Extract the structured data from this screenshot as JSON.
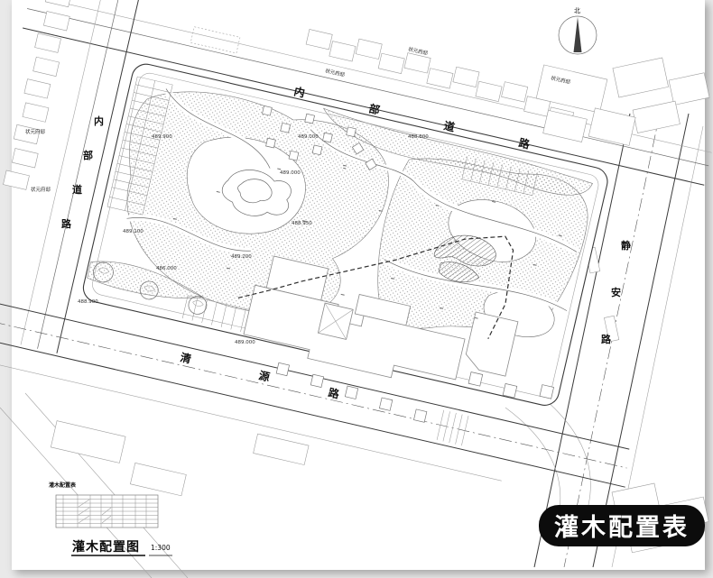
{
  "drawing": {
    "badge_label": "灌木配置表",
    "title": "灌木配置图",
    "scale": "1:300",
    "table_title": "灌木配置表",
    "north_label": "北"
  },
  "roads": {
    "internal_top": [
      "内",
      "部",
      "道",
      "路"
    ],
    "internal_left": [
      "内",
      "部",
      "道",
      "路"
    ],
    "jingan": [
      "静",
      "安",
      "路"
    ],
    "qingyuan": [
      "清",
      "源",
      "路"
    ]
  },
  "estate_label": "状元府邸",
  "elevations": [
    "489.900",
    "489.000",
    "488.600",
    "489.000",
    "488.950",
    "489.100",
    "489.200",
    "486.000",
    "488.900",
    "489.000"
  ],
  "colors": {
    "paper": "#ffffff",
    "background": "#e9e9e9",
    "ink": "#3a3a3a",
    "badge_bg": "#0c0c0c",
    "badge_text": "#ffffff"
  }
}
